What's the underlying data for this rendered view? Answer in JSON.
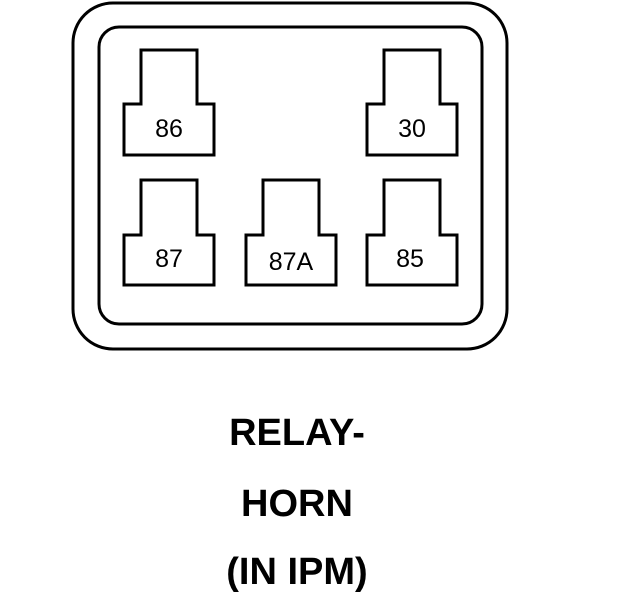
{
  "relay": {
    "terminals": [
      {
        "id": "t86",
        "label": "86"
      },
      {
        "id": "t30",
        "label": "30"
      },
      {
        "id": "t87",
        "label": "87"
      },
      {
        "id": "t87a",
        "label": "87A"
      },
      {
        "id": "t85",
        "label": "85"
      }
    ]
  },
  "caption": {
    "line1": "RELAY-",
    "line2": "HORN",
    "line3": "(IN IPM)"
  },
  "colors": {
    "stroke": "#000000",
    "background": "#ffffff"
  }
}
